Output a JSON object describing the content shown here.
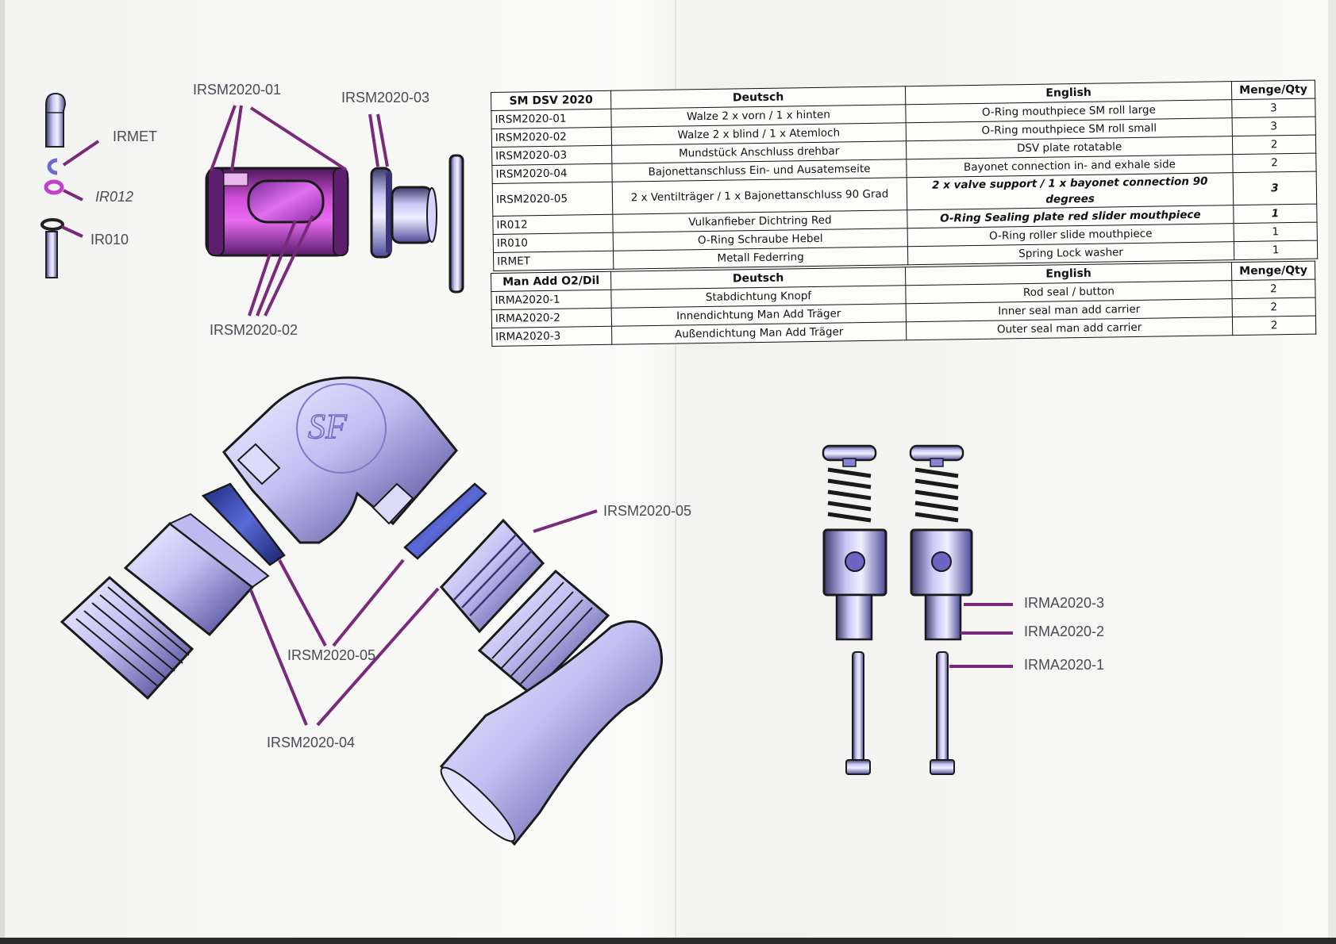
{
  "callouts": {
    "irmet": "IRMET",
    "ir012": "IR012",
    "ir010": "IR010",
    "irsm01": "IRSM2020-01",
    "irsm03": "IRSM2020-03",
    "irsm02": "IRSM2020-02",
    "irsm05_right": "IRSM2020-05",
    "irsm05_mid": "IRSM2020-05",
    "irsm04": "IRSM2020-04",
    "irma3": "IRMA2020-3",
    "irma2": "IRMA2020-2",
    "irma1": "IRMA2020-1"
  },
  "table1": {
    "headers": [
      "SM DSV 2020",
      "Deutsch",
      "English",
      "Menge/Qty"
    ],
    "rows": [
      {
        "code": "IRSM2020-01",
        "de": "Walze 2 x vorn / 1 x hinten",
        "en": "O-Ring mouthpiece SM roll large",
        "qty": "3"
      },
      {
        "code": "IRSM2020-02",
        "de": "Walze 2 x blind / 1 x Atemloch",
        "en": "O-Ring mouthpiece SM roll small",
        "qty": "3"
      },
      {
        "code": "IRSM2020-03",
        "de": "Mundstück Anschluss drehbar",
        "en": "DSV plate rotatable",
        "qty": "2"
      },
      {
        "code": "IRSM2020-04",
        "de": "Bajonettanschluss Ein- und Ausatemseite",
        "en": "Bayonet connection in- and exhale side",
        "qty": "2"
      },
      {
        "code": "IRSM2020-05",
        "de": "2 x Ventilträger / 1 x Bajonettanschluss 90 Grad",
        "en": "2 x valve support / 1 x bayonet connection 90 degrees",
        "qty": "3"
      },
      {
        "code": "IR012",
        "de": "Vulkanfieber Dichtring Red",
        "en": "O-Ring Sealing plate red slider mouthpiece",
        "qty": "1"
      },
      {
        "code": "IR010",
        "de": "O-Ring Schraube Hebel",
        "en": "O-Ring roller slide mouthpiece",
        "qty": "1"
      },
      {
        "code": "IRMET",
        "de": "Metall Federring",
        "en": "Spring Lock washer",
        "qty": "1"
      }
    ]
  },
  "table2": {
    "headers": [
      "Man Add O2/Dil",
      "Deutsch",
      "English",
      "Menge/Qty"
    ],
    "rows": [
      {
        "code": "IRMA2020-1",
        "de": "Stabdichtung Knopf",
        "en": "Rod seal / button",
        "qty": "2"
      },
      {
        "code": "IRMA2020-2",
        "de": "Innendichtung Man Add Träger",
        "en": "Inner seal man add carrier",
        "qty": "2"
      },
      {
        "code": "IRMA2020-3",
        "de": "Außendichtung Man Add Träger",
        "en": "Outer seal man add carrier",
        "qty": "2"
      }
    ]
  },
  "colors": {
    "leader": "#7a2a7a",
    "metal": "#8c86d8",
    "magenta": "#c040c8",
    "ring": "#3a4aa8"
  }
}
